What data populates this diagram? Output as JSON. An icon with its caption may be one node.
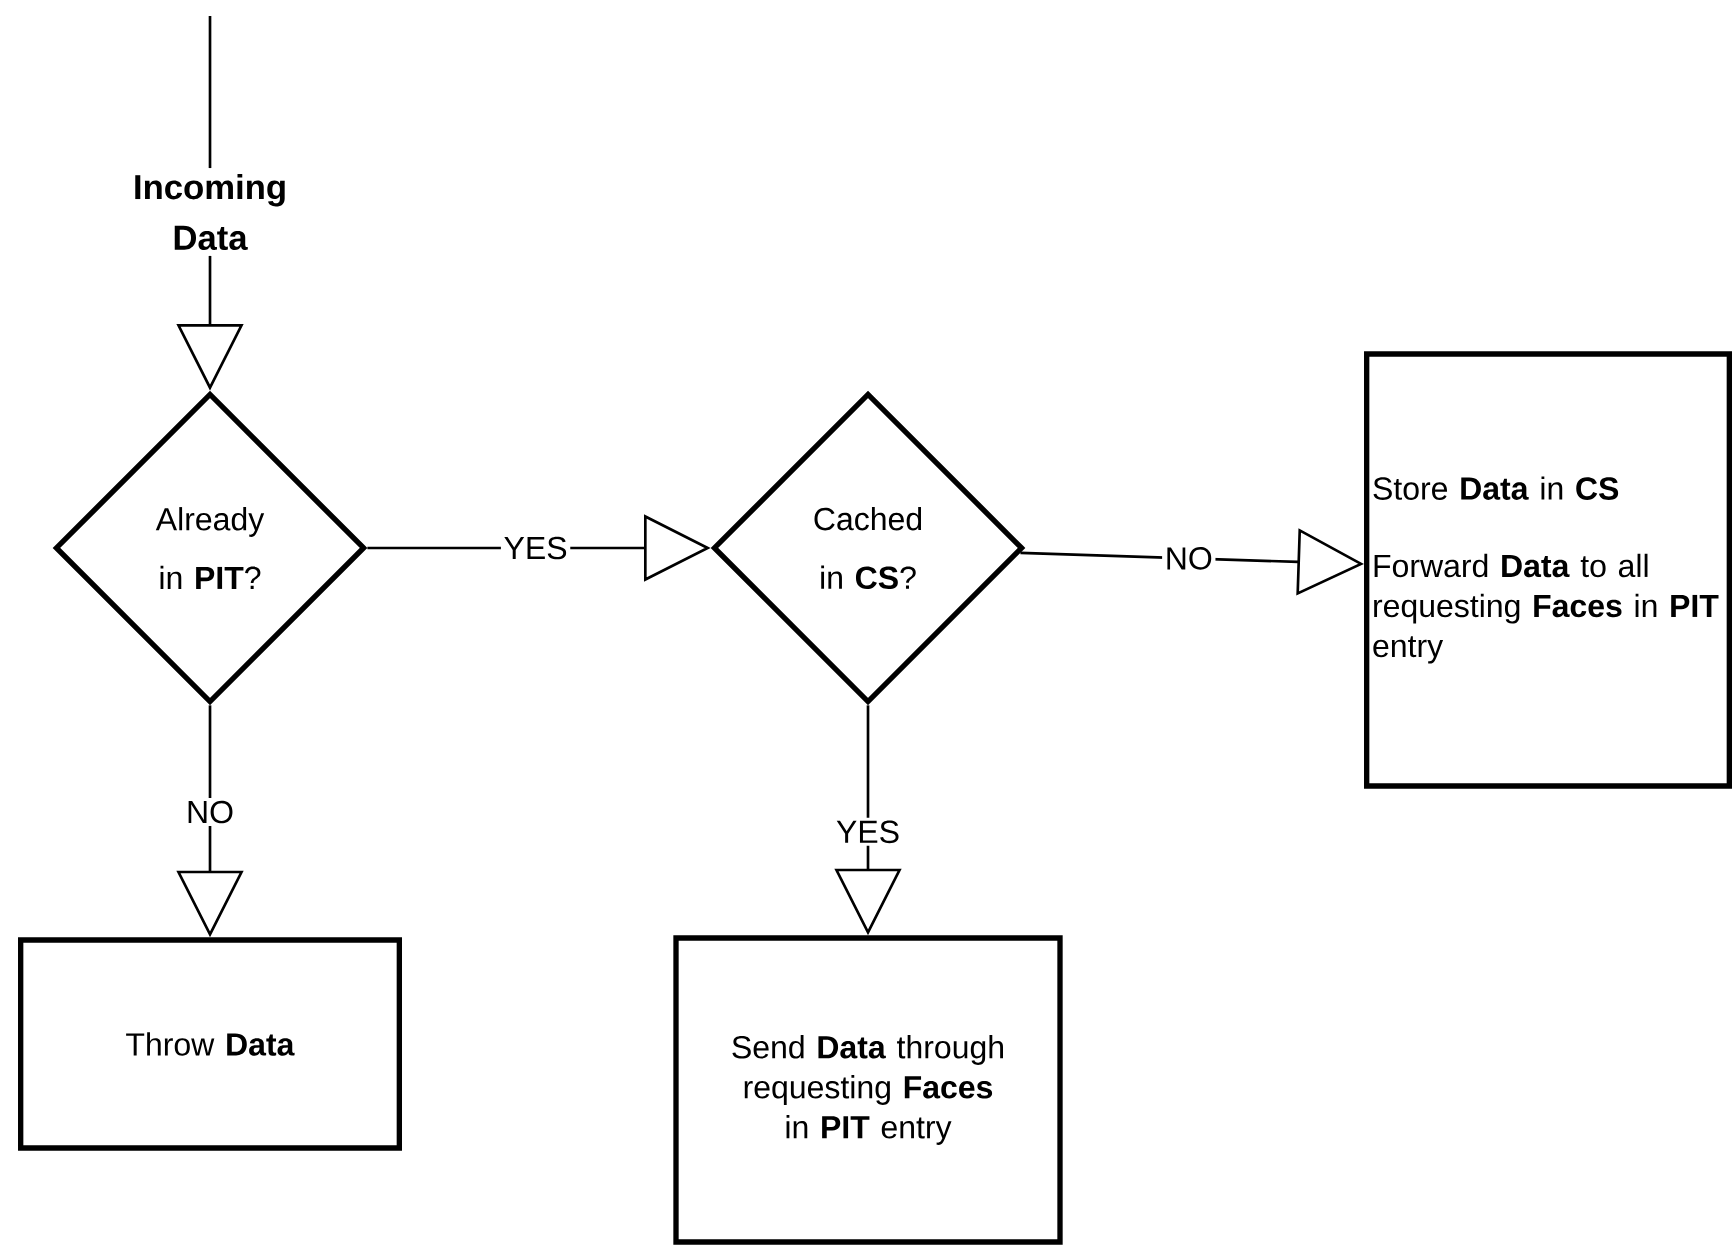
{
  "diagram": {
    "nodes": [
      {
        "text": [
          "Incoming Data"
        ]
      },
      {
        "text": [
          "Already in **PIT**?"
        ]
      },
      {
        "text": [
          "Cached in **CS**?"
        ]
      },
      {
        "text": [
          "Store **Data** in **CS**",
          "Forward **Data** to all requesting **Faces** in **PIT** entry"
        ]
      },
      {
        "text": [
          "Throw **Data**"
        ]
      },
      {
        "text": [
          "Send **Data** through requesting **Faces** in **PIT** entry"
        ]
      }
    ],
    "edges": [
      {
        "from": null,
        "to": 0,
        "arrow": "none"
      },
      {
        "from": 0,
        "to": 1,
        "arrow": "to"
      },
      {
        "from": 1,
        "to": 2,
        "arrow": "to",
        "label": "YES"
      },
      {
        "from": 2,
        "to": 3,
        "arrow": "to",
        "label": "NO"
      },
      {
        "from": 1,
        "to": 4,
        "arrow": "to",
        "label": "NO"
      },
      {
        "from": 2,
        "to": 5,
        "arrow": "to",
        "label": "YES"
      }
    ]
  }
}
